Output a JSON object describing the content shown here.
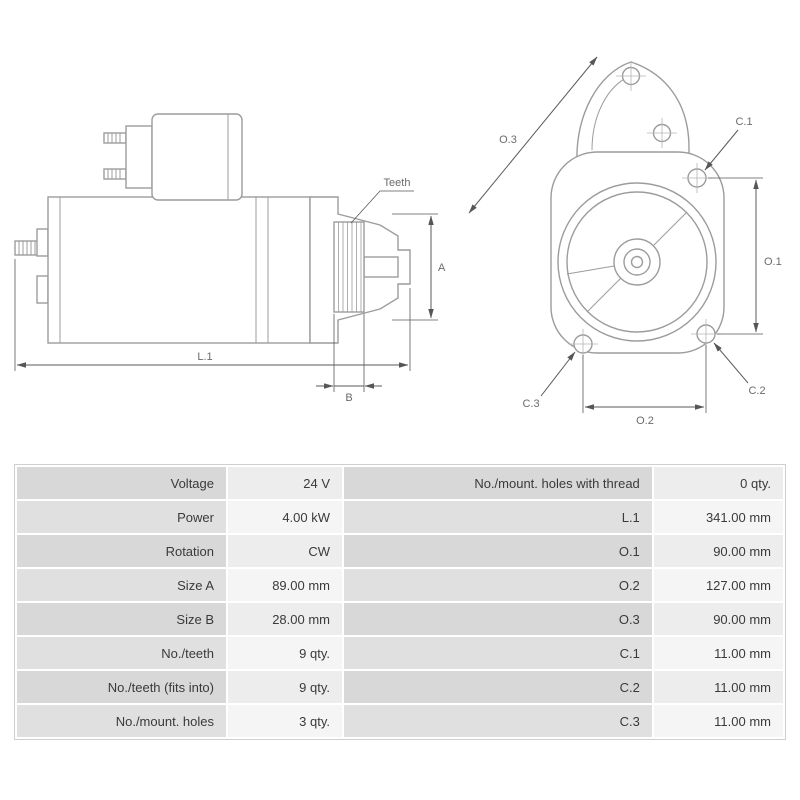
{
  "diagram": {
    "labels": {
      "teeth": "Teeth",
      "a": "A",
      "b": "B",
      "l1": "L.1",
      "o1": "O.1",
      "o2": "O.2",
      "o3": "O.3",
      "c1": "C.1",
      "c2": "C.2",
      "c3": "C.3"
    }
  },
  "spec_table": {
    "rows": [
      {
        "left_label": "Voltage",
        "left_value": "24 V",
        "right_label": "No./mount. holes with thread",
        "right_value": "0 qty."
      },
      {
        "left_label": "Power",
        "left_value": "4.00 kW",
        "right_label": "L.1",
        "right_value": "341.00 mm"
      },
      {
        "left_label": "Rotation",
        "left_value": "CW",
        "right_label": "O.1",
        "right_value": "90.00 mm"
      },
      {
        "left_label": "Size A",
        "left_value": "89.00 mm",
        "right_label": "O.2",
        "right_value": "127.00 mm"
      },
      {
        "left_label": "Size B",
        "left_value": "28.00 mm",
        "right_label": "O.3",
        "right_value": "90.00 mm"
      },
      {
        "left_label": "No./teeth",
        "left_value": "9 qty.",
        "right_label": "C.1",
        "right_value": "11.00 mm"
      },
      {
        "left_label": "No./teeth (fits into)",
        "left_value": "9 qty.",
        "right_label": "C.2",
        "right_value": "11.00 mm"
      },
      {
        "left_label": "No./mount. holes",
        "left_value": "3 qty.",
        "right_label": "C.3",
        "right_value": "11.00 mm"
      }
    ]
  },
  "colors": {
    "table_label_bg": "#d8d8d8",
    "table_value_bg": "#ededed",
    "outline_gray": "#9c9c9c",
    "dimension_gray": "#5a5a5a"
  }
}
